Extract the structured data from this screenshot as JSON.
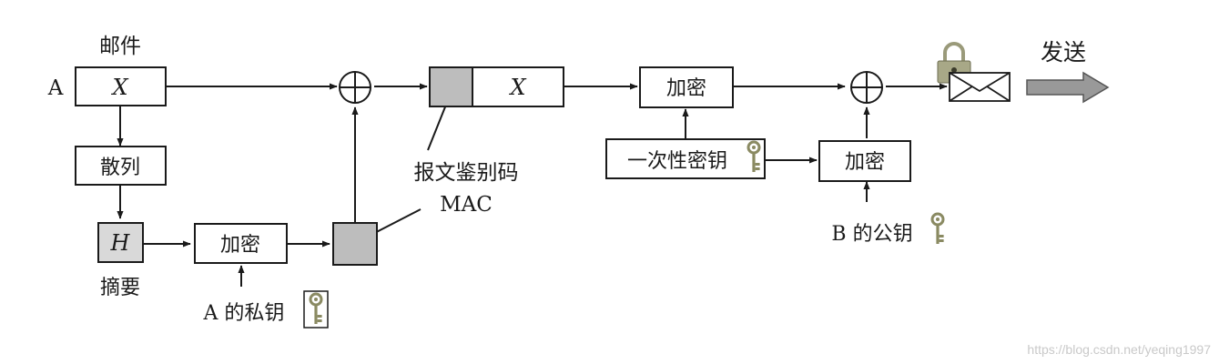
{
  "labels": {
    "mail": "邮件",
    "sender": "A",
    "message": "X",
    "hash": "散列",
    "digest_symbol": "H",
    "digest": "摘要",
    "encrypt_private": "加密",
    "a_private_key": "A 的私钥",
    "mac_line1": "报文鉴别码",
    "mac_line2": "MAC",
    "message2": "X",
    "encrypt_message": "加密",
    "one_time_key": "一次性密钥",
    "encrypt_key": "加密",
    "b_public_key": "B 的公钥",
    "send": "发送"
  },
  "watermark": "https://blog.csdn.net/yeqing1997",
  "icons": [
    "key-icon",
    "padlock-icon",
    "envelope-icon",
    "send-arrow-icon",
    "xor-icon"
  ],
  "colors": {
    "box_fill": "#ffffff",
    "mac_fill": "#bdbdbd",
    "stroke": "#1a1a1a",
    "arrow_fill": "#999999",
    "key_color": "#8a8a62",
    "lock_color": "#9a9a7a"
  }
}
